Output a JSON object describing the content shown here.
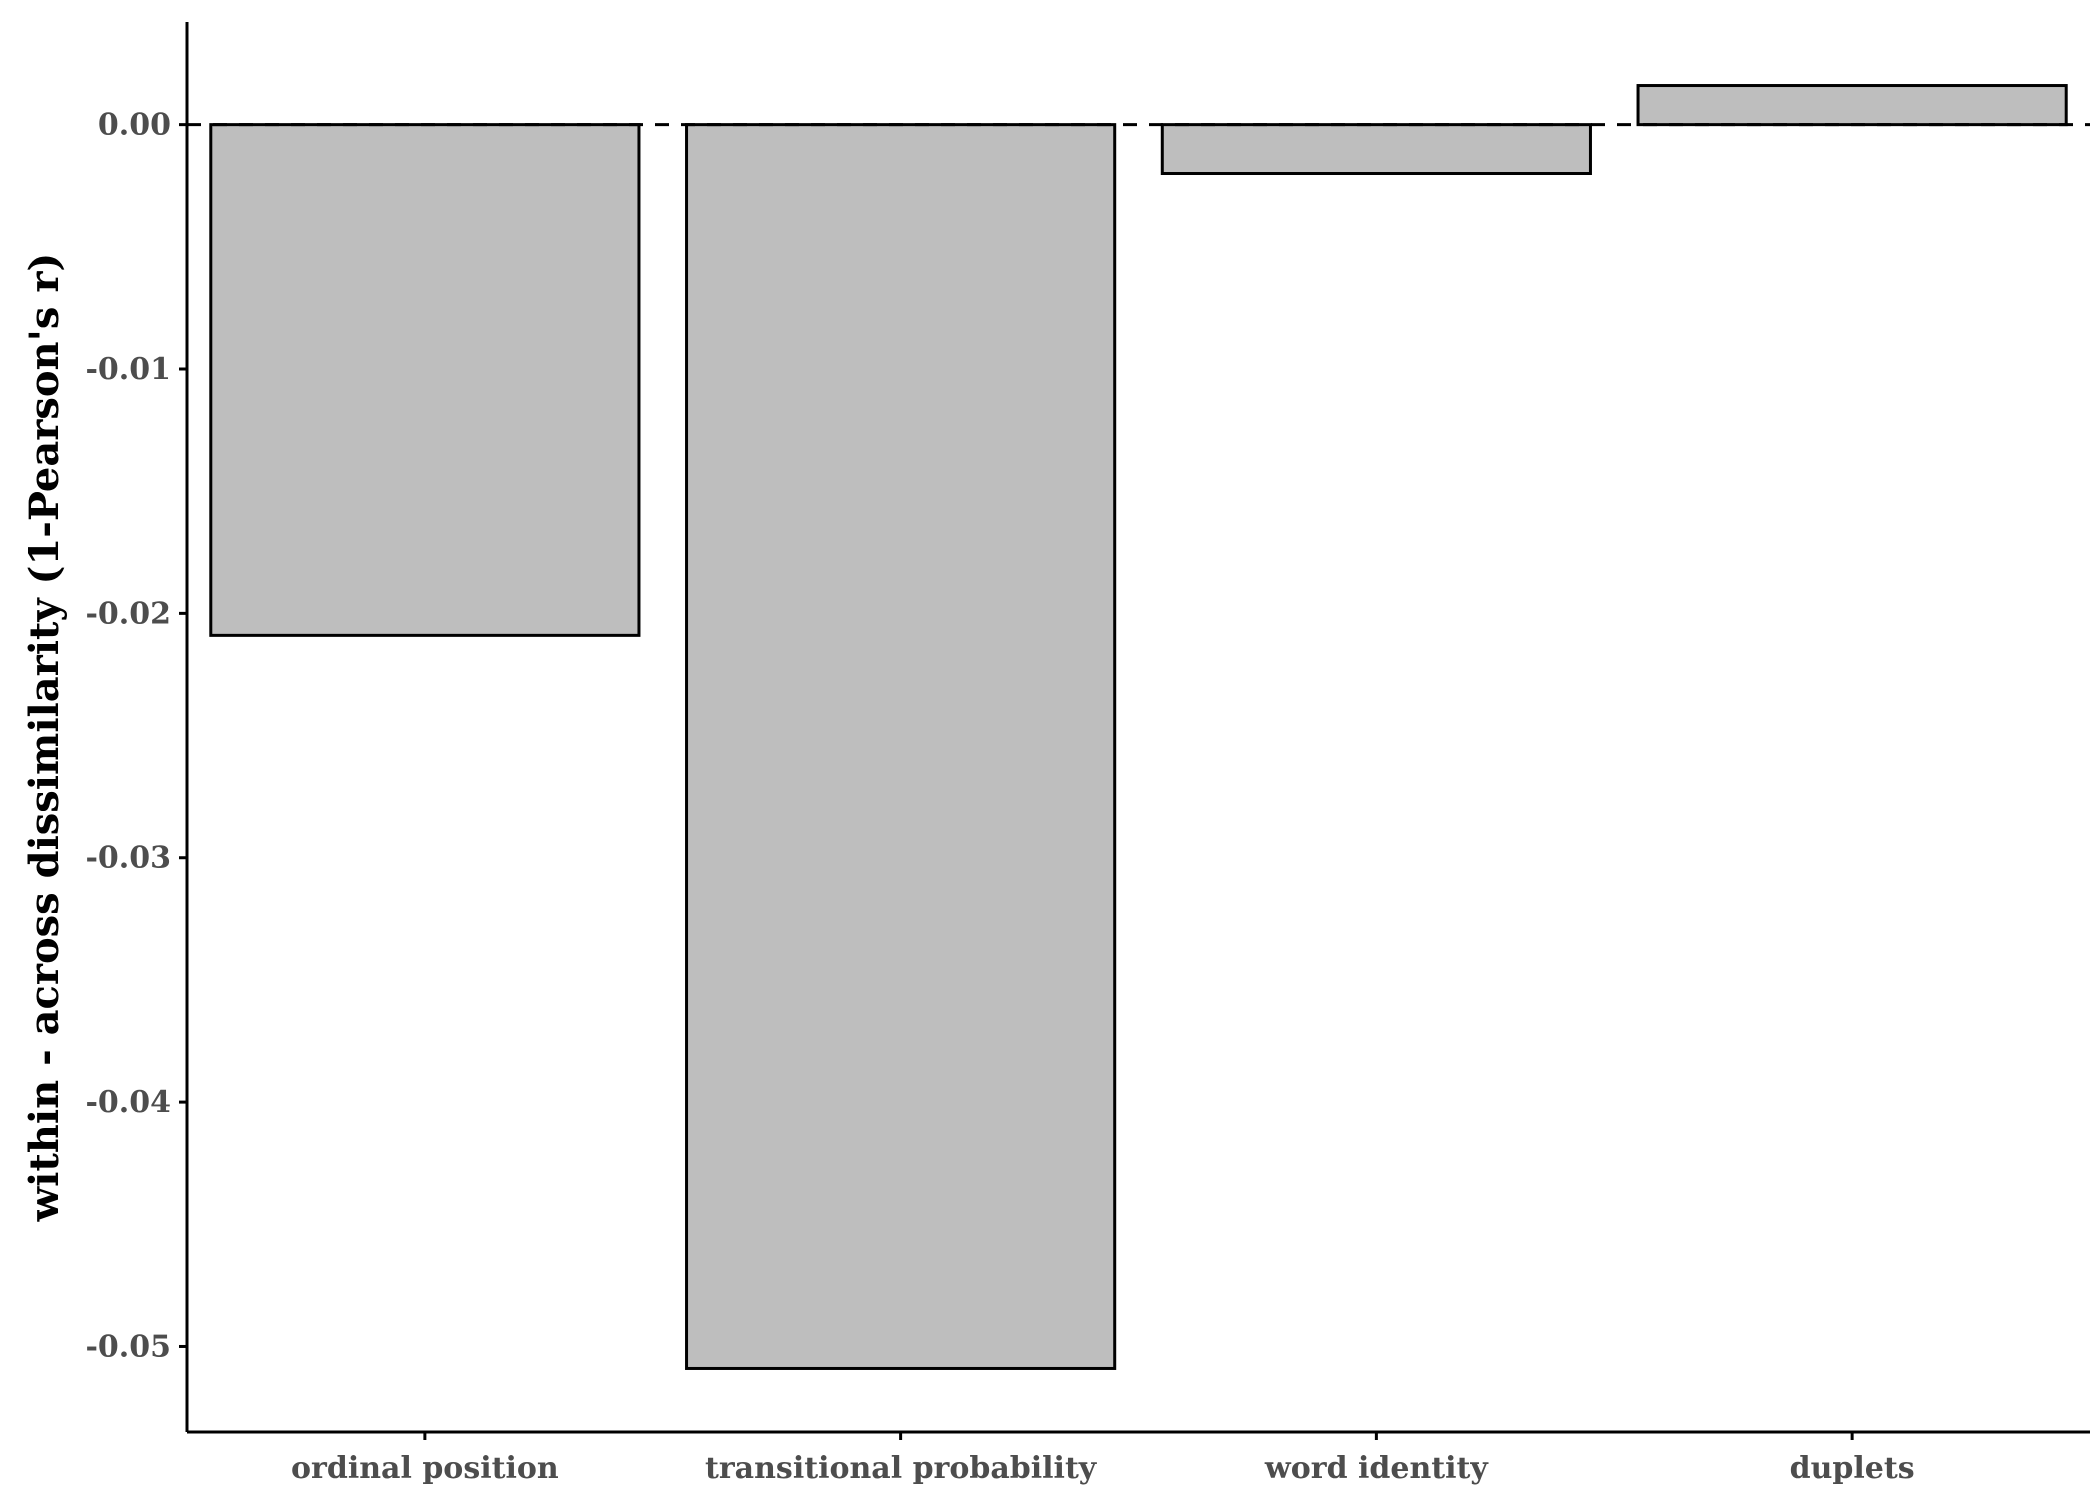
{
  "chart_data": {
    "type": "bar",
    "title": "",
    "xlabel": "",
    "ylabel": "within - across dissimilarity (1-Pearson's r)",
    "categories": [
      "ordinal position",
      "transitional probability",
      "word identity",
      "duplets"
    ],
    "values": [
      -0.0209,
      -0.0509,
      -0.002,
      0.0016
    ],
    "ylim": [
      -0.0535,
      0.0042
    ],
    "yticks": [
      0.0,
      -0.01,
      -0.02,
      -0.03,
      -0.04,
      -0.05
    ],
    "ytick_labels": [
      "0.00",
      "-0.01",
      "-0.02",
      "-0.03",
      "-0.04",
      "-0.05"
    ],
    "reference_line": 0,
    "grid": false,
    "legend": "none",
    "colors": {
      "bar_fill": "#bebebe",
      "bar_stroke": "#000000",
      "axis": "#000000",
      "tick_text": "#4d4d4d"
    }
  }
}
